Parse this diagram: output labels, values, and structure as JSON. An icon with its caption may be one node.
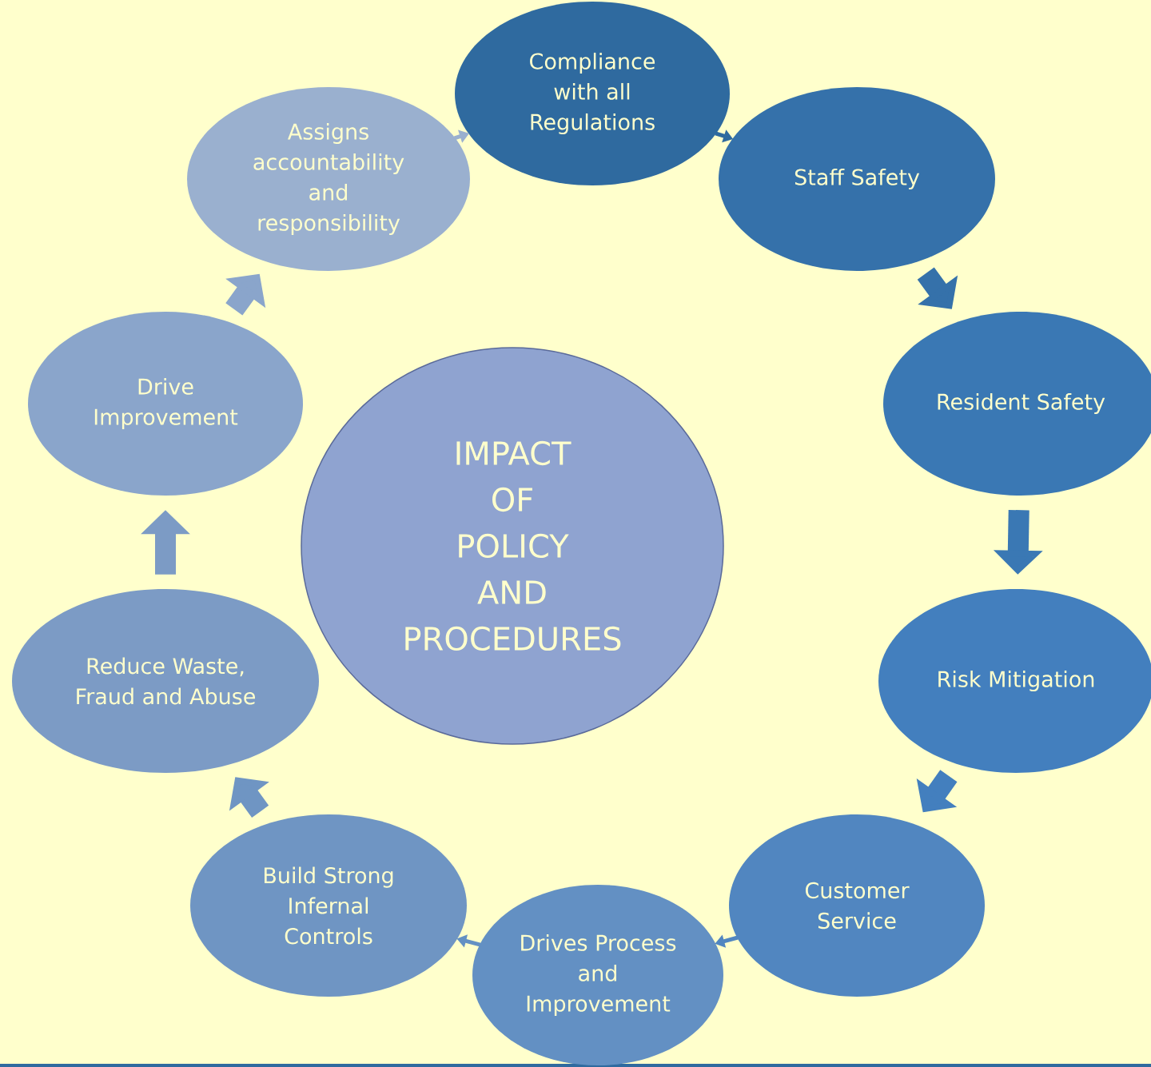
{
  "diagram": {
    "nodes": [
      {
        "text": [
          "IMPACT OF POLICY AND PROCEDURES"
        ]
      },
      {
        "text": [
          "Compliance with all Regulations"
        ]
      },
      {
        "text": [
          "Staff Safety"
        ]
      },
      {
        "text": [
          "Resident Safety"
        ]
      },
      {
        "text": [
          "Risk Mitigation"
        ]
      },
      {
        "text": [
          "Customer Service"
        ]
      },
      {
        "text": [
          "Drives Process and Improvement"
        ]
      },
      {
        "text": [
          "Build Strong Infernal Controls"
        ]
      },
      {
        "text": [
          "Reduce Waste, Fraud and Abuse"
        ]
      },
      {
        "text": [
          "Drive Improvement"
        ]
      },
      {
        "text": [
          "Assigns accountability and responsibility"
        ]
      }
    ],
    "edges": [
      {
        "from": 1,
        "to": 2,
        "arrow": "to",
        "color": "#2f6a9f"
      },
      {
        "from": 2,
        "to": 3,
        "arrow": "to",
        "color": "#3571aa"
      },
      {
        "from": 3,
        "to": 4,
        "arrow": "to",
        "color": "#3a78b4"
      },
      {
        "from": 4,
        "to": 5,
        "arrow": "to",
        "color": "#437fbe"
      },
      {
        "from": 5,
        "to": 6,
        "arrow": "to",
        "color": "#5186c0"
      },
      {
        "from": 6,
        "to": 7,
        "arrow": "to",
        "color": "#6390c3"
      },
      {
        "from": 7,
        "to": 8,
        "arrow": "to",
        "color": "#6f95c3"
      },
      {
        "from": 8,
        "to": 9,
        "arrow": "to",
        "color": "#7c9bc5"
      },
      {
        "from": 9,
        "to": 10,
        "arrow": "to",
        "color": "#8aa5cb"
      },
      {
        "from": 10,
        "to": 1,
        "arrow": "to",
        "color": "#9ab0cf"
      }
    ]
  }
}
